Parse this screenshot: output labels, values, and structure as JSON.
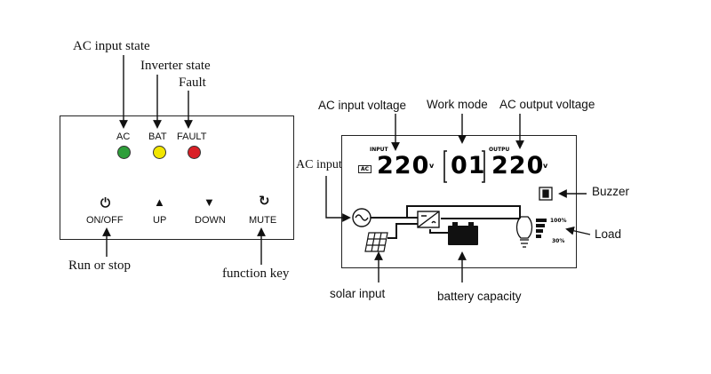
{
  "left_panel": {
    "callouts": {
      "ac_input_state": "AC input state",
      "inverter_state": "Inverter state",
      "fault": "Fault",
      "run_or_stop": "Run or stop",
      "function_key": "function key"
    },
    "leds": [
      {
        "label": "AC",
        "color": "#2e9e3a"
      },
      {
        "label": "BAT",
        "color": "#f2e600"
      },
      {
        "label": "FAULT",
        "color": "#d91f26"
      }
    ],
    "buttons": [
      {
        "label": "ON/OFF",
        "icon": "power-icon",
        "glyph": "⏻"
      },
      {
        "label": "UP",
        "icon": "up-triangle-icon",
        "glyph": "▲"
      },
      {
        "label": "DOWN",
        "icon": "down-triangle-icon",
        "glyph": "▼"
      },
      {
        "label": "MUTE",
        "icon": "refresh-icon",
        "glyph": "↻"
      }
    ]
  },
  "lcd_panel": {
    "callouts": {
      "ac_input_voltage": "AC input voltage",
      "work_mode": "Work mode",
      "ac_output_voltage": "AC output voltage",
      "ac_input": "AC input",
      "buzzer": "Buzzer",
      "load": "Load",
      "solar_input": "solar input",
      "battery_capacity": "battery capacity"
    },
    "display": {
      "input_tag": "INPUT",
      "input_sub": "AC",
      "input_value": "220",
      "input_unit": "v",
      "mode_value": "01",
      "output_tag": "OUTPU",
      "output_value": "220",
      "output_unit": "v",
      "load_high": "100%",
      "load_low": "30%"
    }
  },
  "colors": {
    "green_led": "#2e9e3a",
    "yellow_led": "#f2e600",
    "red_led": "#d91f26"
  }
}
